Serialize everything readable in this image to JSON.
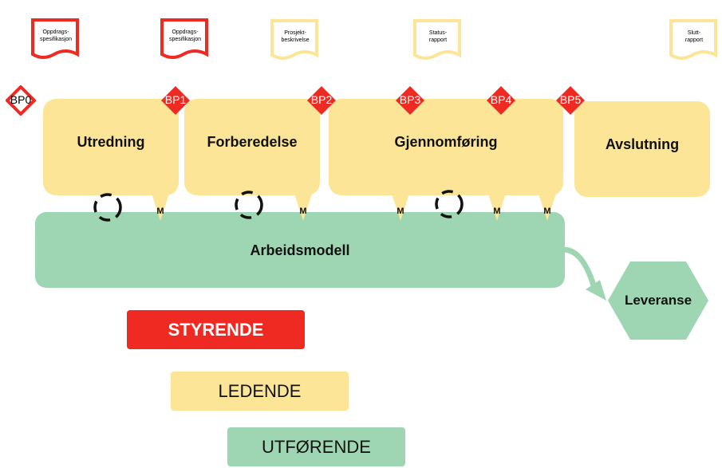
{
  "documents": [
    {
      "label": "Oppdrags-\nspesifikasjon",
      "color": "#ee2a22"
    },
    {
      "label": "Oppdrags-\nspesifikasjon",
      "color": "#ee2a22"
    },
    {
      "label": "Prosjekt-\nbeskrivelse",
      "color": "#fce596"
    },
    {
      "label": "Status-\nrapport",
      "color": "#fce596"
    },
    {
      "label": "Slutt-\nrapport",
      "color": "#fce596"
    }
  ],
  "phases": [
    {
      "label": "Utredning"
    },
    {
      "label": "Forberedelse"
    },
    {
      "label": "Gjennomføring"
    },
    {
      "label": "Avslutning"
    }
  ],
  "decision_points": [
    "BP0",
    "BP1",
    "BP2",
    "BP3",
    "BP4",
    "BP5"
  ],
  "milestones": [
    "M",
    "M",
    "M",
    "M",
    "M"
  ],
  "work_model": {
    "label": "Arbeidsmodell"
  },
  "delivery": {
    "label": "Leveranse"
  },
  "legend": {
    "steering": "STYRENDE",
    "leading": "LEDENDE",
    "executing": "UTFØRENDE"
  },
  "colors": {
    "red": "#ee2a22",
    "yellow": "#fce596",
    "green": "#9ed6b3"
  }
}
